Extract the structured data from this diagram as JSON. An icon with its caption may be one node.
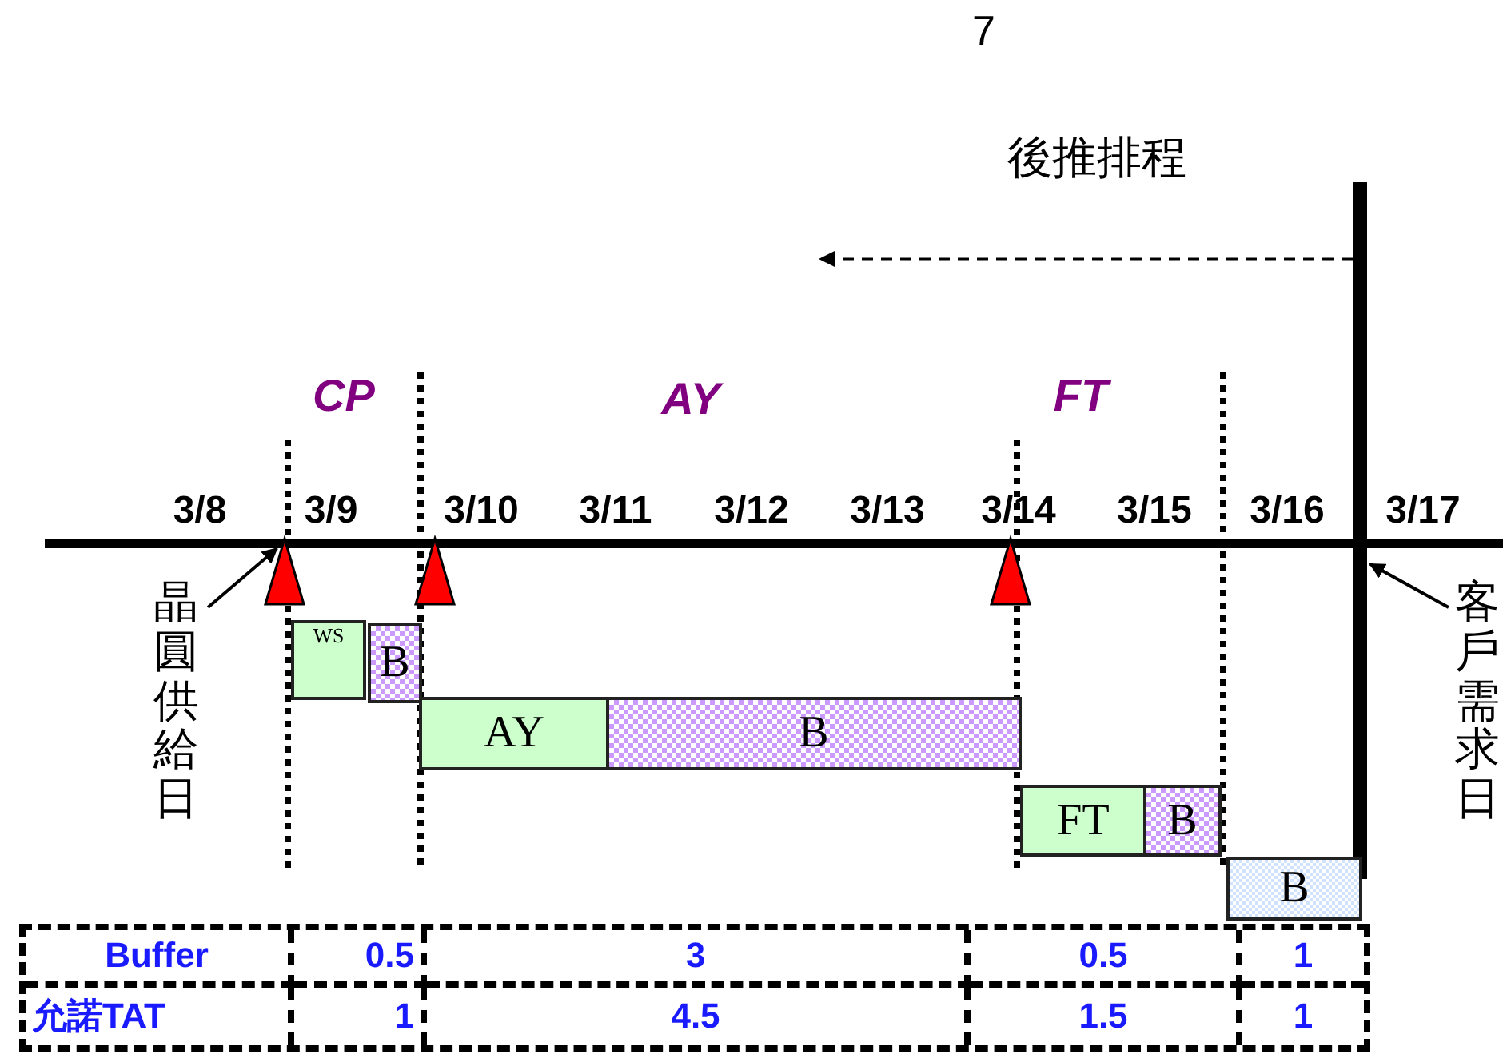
{
  "diagram": {
    "nodes": [
      {
        "text": [
          "晶圓供給日"
        ]
      },
      {
        "text": [
          "客戶需求日"
        ]
      },
      {
        "text": [],
        "shape": "bar"
      },
      {
        "text": [
          "WS"
        ]
      },
      {
        "text": [
          "B"
        ]
      },
      {
        "text": [
          "AY"
        ]
      },
      {
        "text": [
          "B"
        ]
      },
      {
        "text": [
          "FT"
        ]
      },
      {
        "text": [
          "B"
        ]
      },
      {
        "text": [
          "B"
        ]
      },
      {
        "text": [],
        "shape": "triangle"
      },
      {
        "text": [],
        "shape": "triangle"
      },
      {
        "text": [],
        "shape": "triangle"
      }
    ],
    "edges": [
      {
        "from": 0,
        "to": 10,
        "arrow": "to"
      },
      {
        "from": 1,
        "to": 2,
        "arrow": "to"
      },
      {
        "from": 2,
        "to": null,
        "arrow": "to",
        "style": "dashed",
        "label": "後推排程"
      }
    ],
    "labels": [
      "7",
      "CP",
      "AY",
      "FT",
      "3/8",
      "3/9",
      "3/10",
      "3/11",
      "3/12",
      "3/13",
      "3/14",
      "3/15",
      "3/16",
      "3/17",
      "Buffer",
      "0.5",
      "3",
      "0.5",
      "1",
      "允諾TAT",
      "1",
      "4.5",
      "1.5",
      "1"
    ]
  }
}
